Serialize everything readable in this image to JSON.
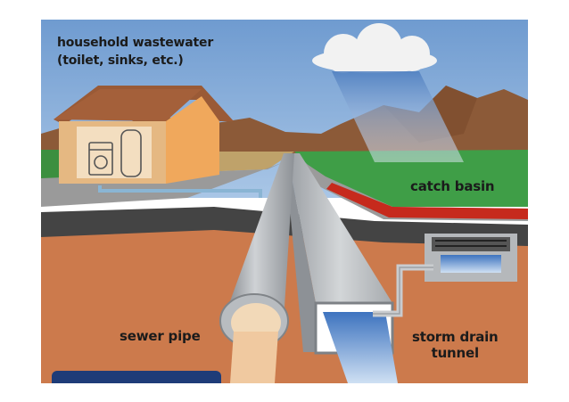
{
  "labels": {
    "household_line1": "household wastewater",
    "household_line2": "(toilet, sinks, etc.)",
    "catch_basin": "catch basin",
    "sewer_pipe": "sewer pipe",
    "storm_drain_line1": "storm drain",
    "storm_drain_line2": "tunnel"
  },
  "colors": {
    "sky": "#7da6d6",
    "mountains": "#8c5a38",
    "soil": "#cc7a4c",
    "grass": "#3f9e47",
    "pipe": "#a9adb1",
    "stormwater": "#4f86c9",
    "house_wall": "#e5b882",
    "roof": "#9a5a36",
    "road": "#5c5c5c",
    "curb_red": "#c62a1d"
  }
}
